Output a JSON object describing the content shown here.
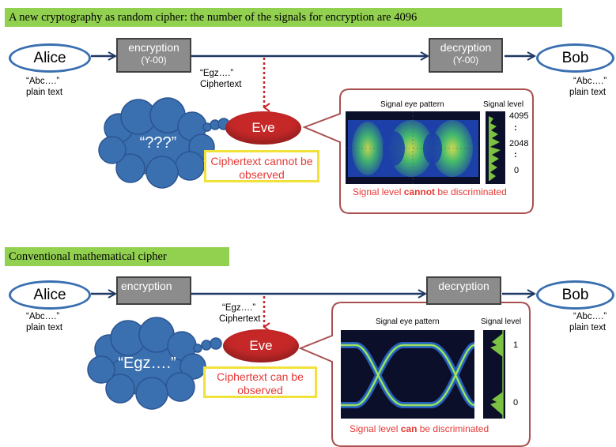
{
  "top": {
    "banner": "A new cryptography  as random cipher: the number of the signals for encryption are 4096",
    "alice": "Alice",
    "bob": "Bob",
    "alice_text1": "“Abc….”",
    "alice_text2": "plain text",
    "bob_text1": "“Abc….”",
    "bob_text2": "plain text",
    "enc_label": "encryption",
    "enc_sub": "(Y-00)",
    "dec_label": "decryption",
    "dec_sub": "(Y-00)",
    "cipher1": "“Egz….”",
    "cipher2": "Ciphertext",
    "eve": "Eve",
    "cloud": "“???”",
    "note1": "Ciphertext cannot be",
    "note2": "observed",
    "panel_eye_title": "Signal eye pattern",
    "panel_level_title": "Signal level",
    "levels": [
      "4095",
      "2048",
      "0"
    ],
    "level_dots": ":",
    "status_pre": "Signal level ",
    "status_bold": "cannot",
    "status_post": " be discriminated"
  },
  "bottom": {
    "banner": "Conventional mathematical cipher",
    "alice": "Alice",
    "bob": "Bob",
    "alice_text1": "“Abc….”",
    "alice_text2": "plain text",
    "bob_text1": "“Abc….”",
    "bob_text2": "plain text",
    "enc_label": "encryption",
    "dec_label": "decryption",
    "cipher1": "“Egz….”",
    "cipher2": "Ciphertext",
    "eve": "Eve",
    "cloud": "“Egz….”",
    "note1": "Ciphertext can be",
    "note2": "observed",
    "panel_eye_title": "Signal eye pattern",
    "panel_level_title": "Signal level",
    "levels": [
      "1",
      "0"
    ],
    "status_pre": "Signal level ",
    "status_bold": "can",
    "status_post": " be discriminated"
  },
  "colors": {
    "banner": "#92d050",
    "ellipse_border": "#3a6fb0",
    "cloud": "#3a6fb0",
    "eve": "#c62828",
    "note_border": "#f0e23a",
    "red_text": "#e53935",
    "callout_border": "#a85050",
    "arrow": "#1f3864"
  }
}
